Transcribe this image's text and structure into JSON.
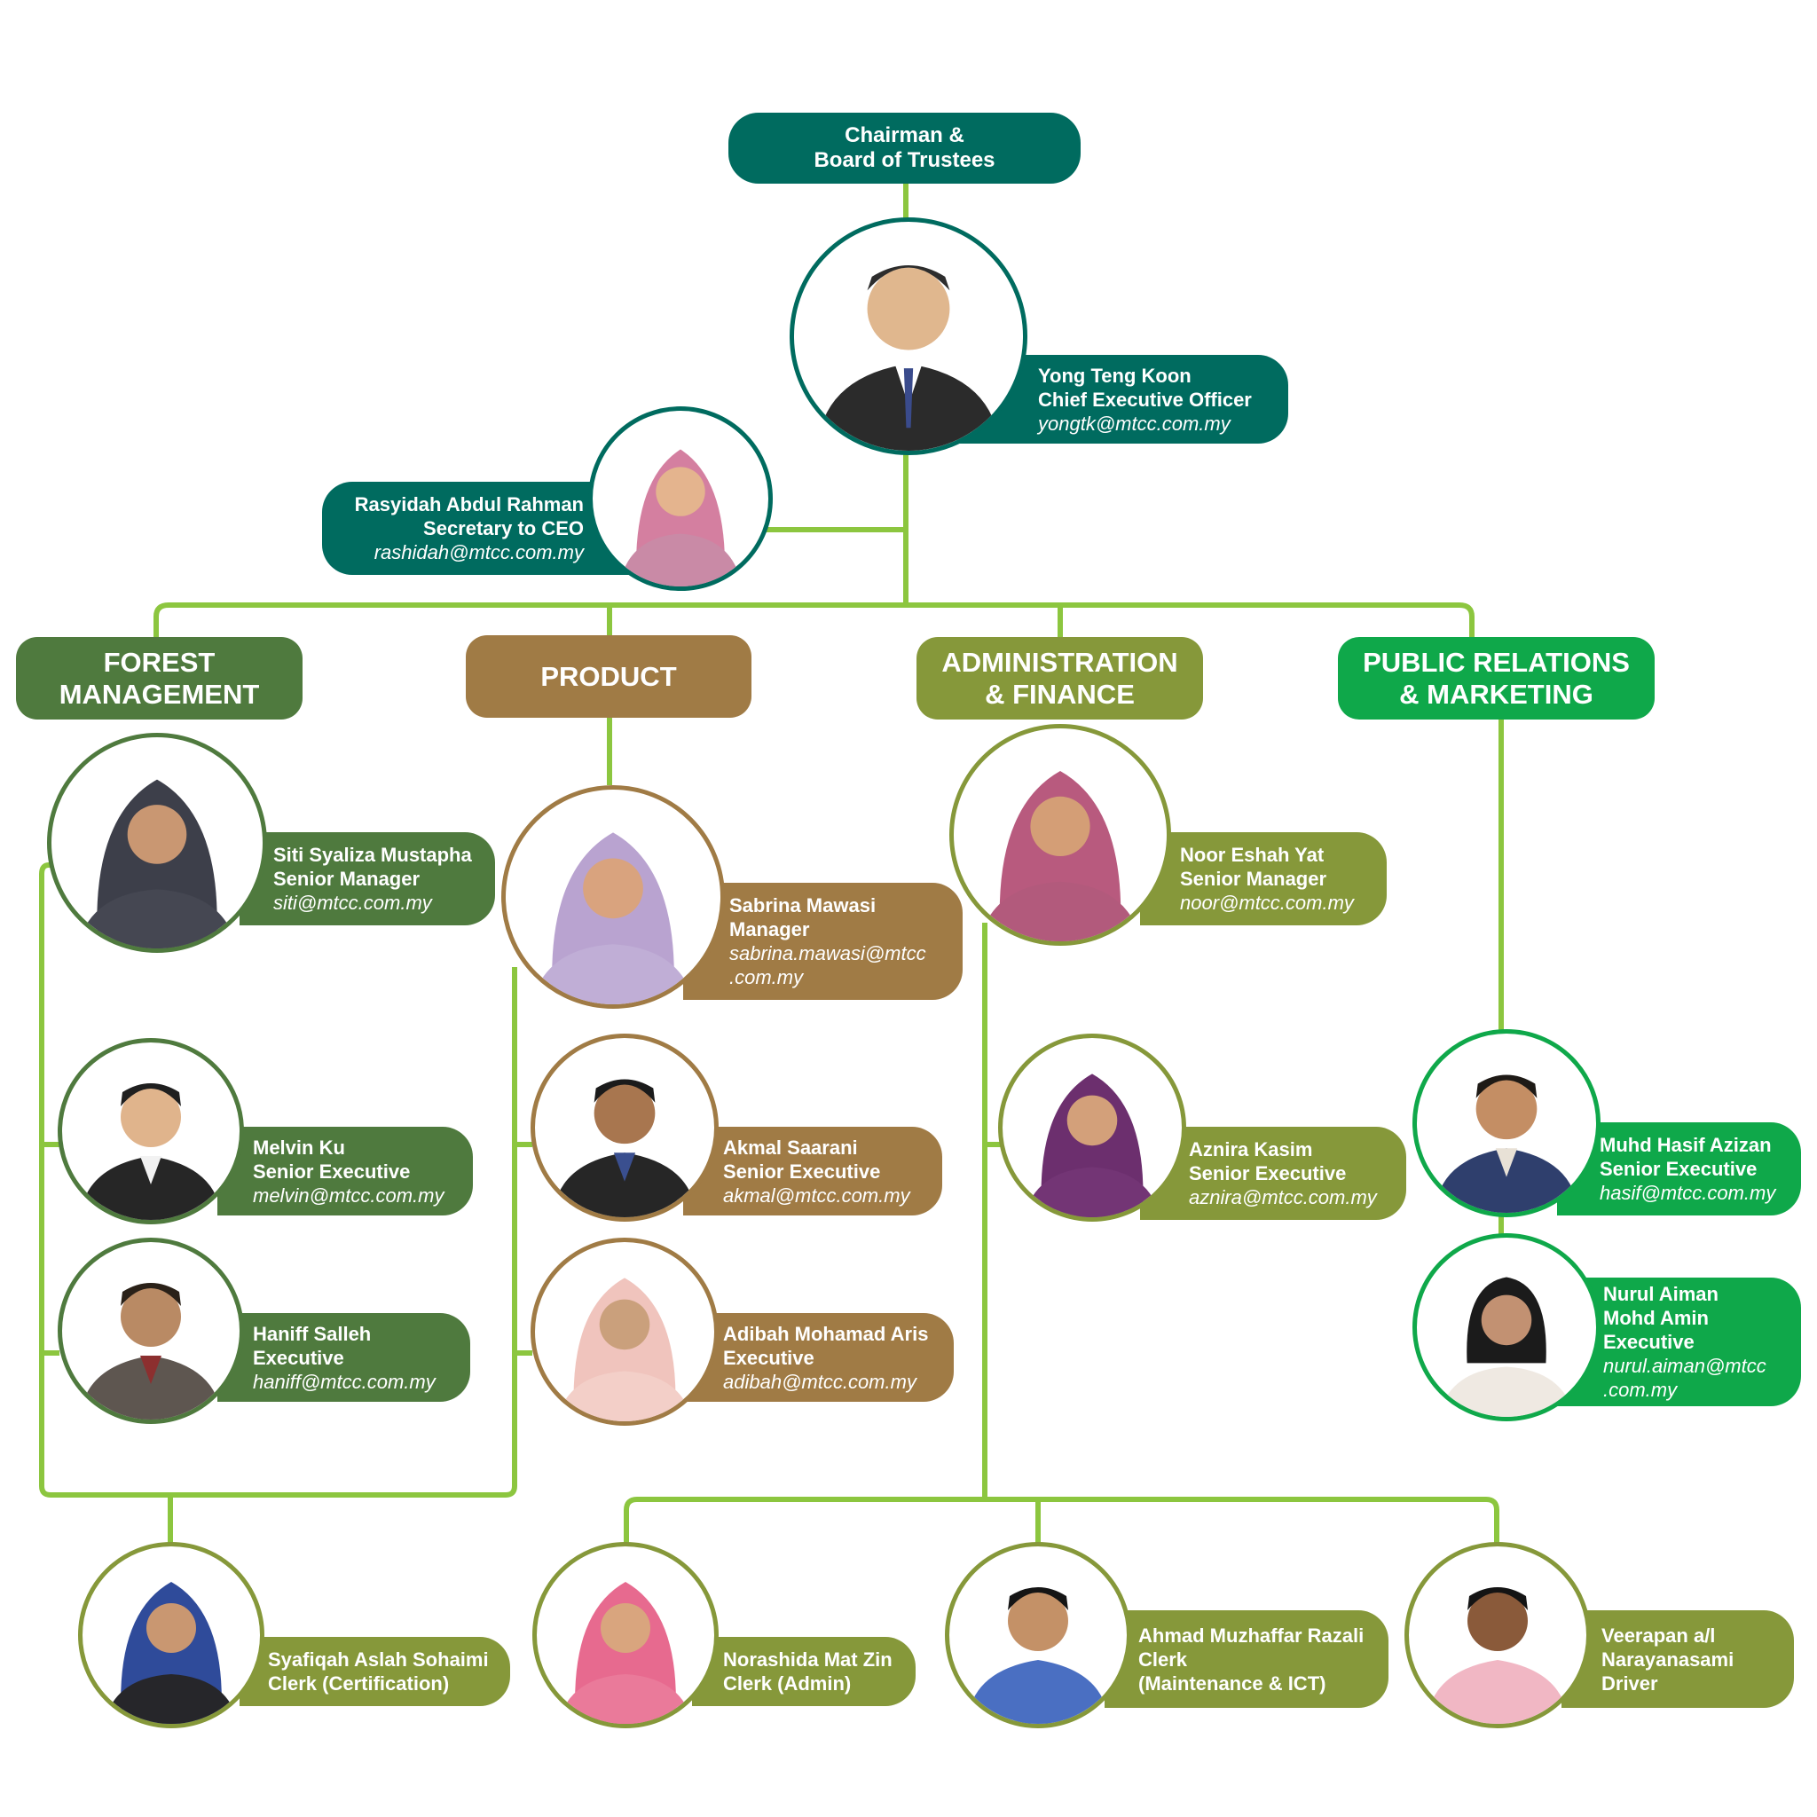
{
  "colors": {
    "connector": "#8cc63f",
    "teal": "#006b5f",
    "forest": "#4f7a3e",
    "product": "#a07b45",
    "admin": "#86983a",
    "pr": "#0fa84a"
  },
  "board": {
    "label": "Chairman &\nBoard of Trustees"
  },
  "departments": {
    "forest": "FOREST\nMANAGEMENT",
    "product": "PRODUCT",
    "admin": "ADMINISTRATION\n& FINANCE",
    "pr": "PUBLIC RELATIONS\n& MARKETING"
  },
  "people": {
    "ceo": {
      "name": "Yong Teng Koon",
      "title": "Chief Executive Officer",
      "email": "yongtk@mtcc.com.my"
    },
    "secretary": {
      "name": "Rasyidah Abdul Rahman",
      "title": "Secretary to CEO",
      "email": "rashidah@mtcc.com.my"
    },
    "siti": {
      "name": "Siti Syaliza Mustapha",
      "title": "Senior Manager",
      "email": "siti@mtcc.com.my"
    },
    "melvin": {
      "name": "Melvin Ku",
      "title": "Senior Executive",
      "email": "melvin@mtcc.com.my"
    },
    "haniff": {
      "name": "Haniff Salleh",
      "title": "Executive",
      "email": "haniff@mtcc.com.my"
    },
    "sabrina": {
      "name": "Sabrina Mawasi",
      "title": "Manager",
      "email": "sabrina.mawasi@mtcc\n.com.my"
    },
    "akmal": {
      "name": "Akmal Saarani",
      "title": "Senior Executive",
      "email": "akmal@mtcc.com.my"
    },
    "adibah": {
      "name": "Adibah Mohamad Aris",
      "title": "Executive",
      "email": "adibah@mtcc.com.my"
    },
    "noor": {
      "name": "Noor Eshah Yat",
      "title": "Senior Manager",
      "email": "noor@mtcc.com.my"
    },
    "aznira": {
      "name": "Aznira Kasim",
      "title": "Senior Executive",
      "email": "aznira@mtcc.com.my"
    },
    "hasif": {
      "name": "Muhd Hasif Azizan",
      "title": "Senior Executive",
      "email": "hasif@mtcc.com.my"
    },
    "nurul": {
      "name": "Nurul Aiman\nMohd Amin",
      "title": "Executive",
      "email": "nurul.aiman@mtcc\n.com.my"
    },
    "syafiqah": {
      "name": "Syafiqah Aslah Sohaimi",
      "title": "Clerk (Certification)"
    },
    "norashida": {
      "name": "Norashida Mat Zin",
      "title": "Clerk (Admin)"
    },
    "ahmad": {
      "name": "Ahmad Muzhaffar Razali",
      "title": "Clerk\n(Maintenance & ICT)"
    },
    "veerapan": {
      "name": "Veerapan a/l\nNarayanasami",
      "title": "Driver"
    }
  }
}
